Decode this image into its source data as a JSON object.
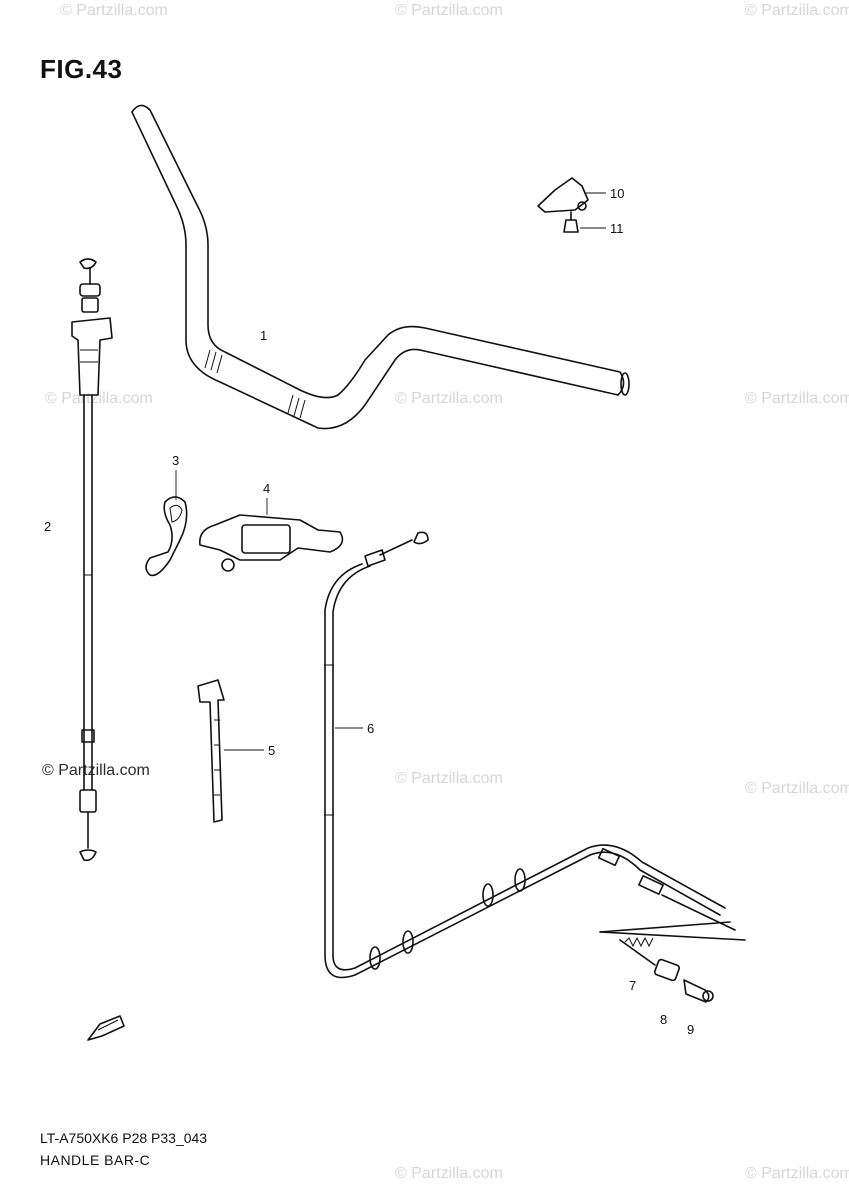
{
  "figure": {
    "title": "FIG.43",
    "model_code": "LT-A750XK6 P28 P33_043",
    "section_name": "HANDLE BAR-C"
  },
  "watermark": "© Partzilla.com",
  "callouts": [
    "1",
    "2",
    "3",
    "4",
    "5",
    "6",
    "7",
    "8",
    "9",
    "10",
    "11"
  ],
  "colors": {
    "line": "#111111",
    "watermark": "#d6d6d6",
    "background": "#ffffff"
  },
  "icons": {
    "front_arrow": "front-direction-arrow-icon"
  }
}
